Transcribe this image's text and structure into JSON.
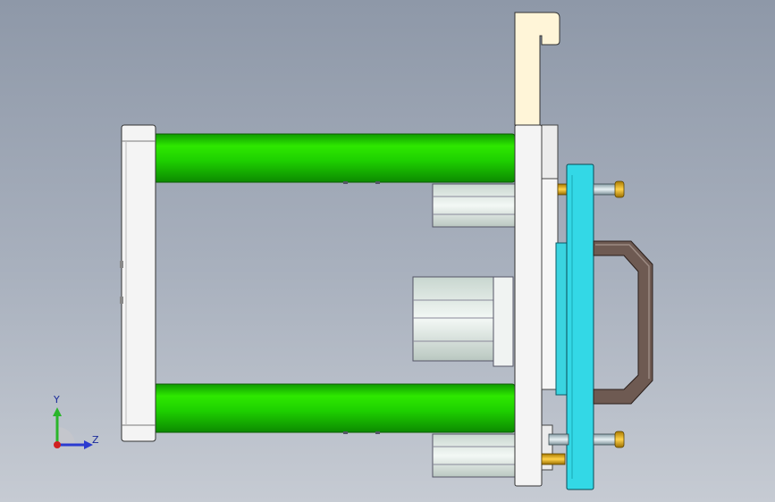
{
  "viewport": {
    "background_top": "#8e98a8",
    "background_bottom": "#c6cbd3"
  },
  "model": {
    "parts": [
      {
        "name": "left-end-plate",
        "color": "#f4f4f4"
      },
      {
        "name": "green-rod-top",
        "color": "#22dd00"
      },
      {
        "name": "green-rod-bottom",
        "color": "#22dd00"
      },
      {
        "name": "main-mount-plate",
        "color": "#f4f4f4"
      },
      {
        "name": "cream-bracket",
        "color": "#fff5d8"
      },
      {
        "name": "cyan-plate",
        "color": "#33d8e6"
      },
      {
        "name": "handle",
        "color": "#6e5a52"
      },
      {
        "name": "cylinder-block-top",
        "color": "#eaf2ee"
      },
      {
        "name": "cylinder-block-middle",
        "color": "#eaf2ee"
      },
      {
        "name": "cylinder-block-bottom",
        "color": "#eaf2ee"
      },
      {
        "name": "bolt-top",
        "color": "#f0b400"
      },
      {
        "name": "bolt-bottom",
        "color": "#f0b400"
      }
    ]
  },
  "triad": {
    "y_label": "Y",
    "z_label": "Z",
    "y_color": "#2ab52a",
    "z_color": "#2a3ad0",
    "x_color": "#d02020"
  }
}
